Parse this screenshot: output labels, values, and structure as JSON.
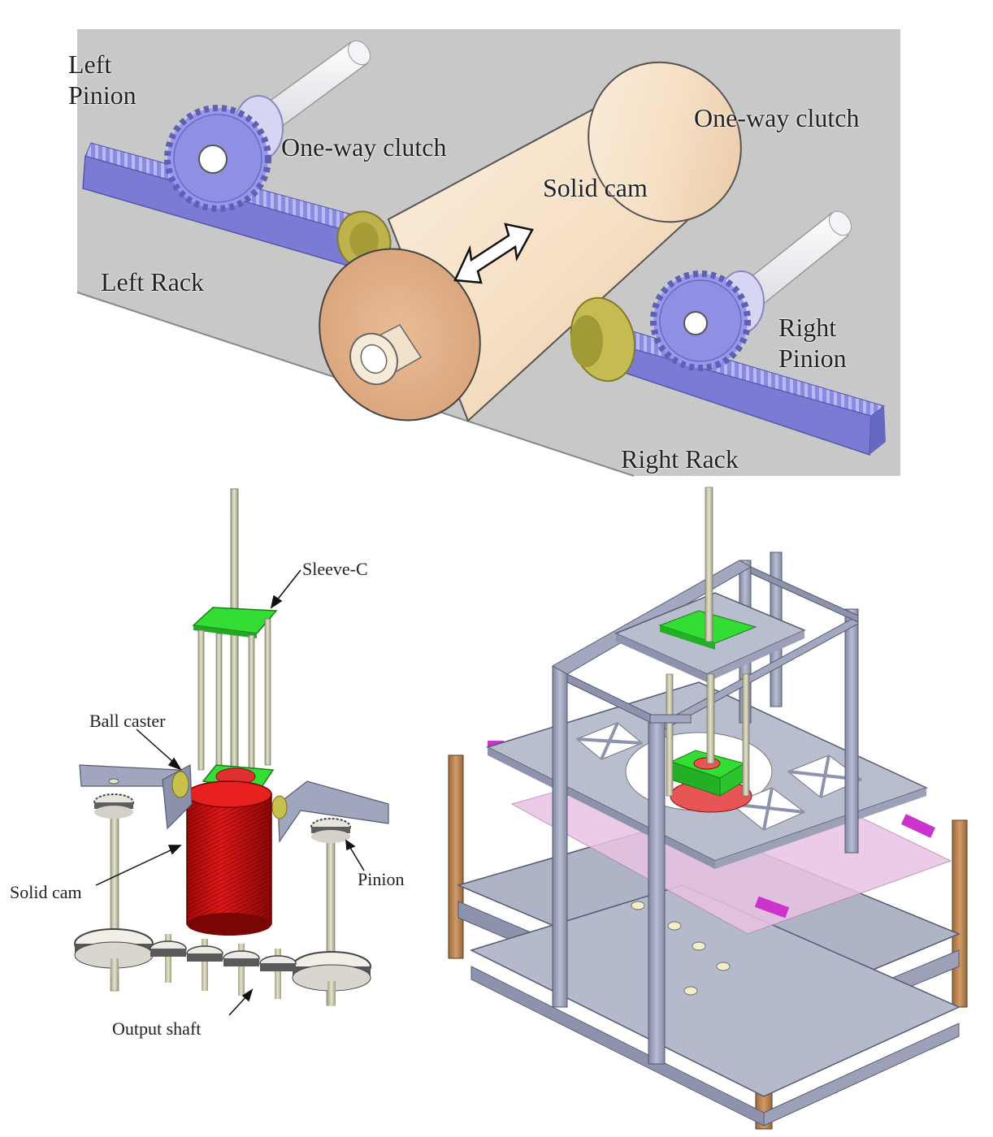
{
  "top_diagram": {
    "labels": {
      "left_pinion": "Left\nPinion",
      "one_way_clutch_left": "One-way clutch",
      "one_way_clutch_right": "One-way clutch",
      "solid_cam": "Solid cam",
      "left_rack": "Left Rack",
      "right_pinion": "Right\nPinion",
      "right_rack": "Right Rack"
    },
    "colors": {
      "background": "#c9c9c9",
      "rack": "#7f7fd8",
      "gear": "#8e8ee6",
      "cam": "#f3d9bd",
      "flange": "#b9b547"
    }
  },
  "bottom_left_diagram": {
    "labels": {
      "sleeve_c": "Sleeve-C",
      "ball_caster": "Ball caster",
      "solid_cam": "Solid cam",
      "pinion": "Pinion",
      "output_shaft": "Output shaft"
    },
    "colors": {
      "cam": "#cc1111",
      "sleeve": "#33dd33",
      "shaft": "#c9c8a8",
      "gear": "#e6e4dc",
      "arm": "#9aa0b8"
    }
  },
  "bottom_right_diagram": {
    "colors": {
      "frame": "#9da3bd",
      "plate": "#b7bccd",
      "wood_post": "#c08a5a",
      "accent": "#cc33cc",
      "sleeve": "#33dd33"
    }
  }
}
